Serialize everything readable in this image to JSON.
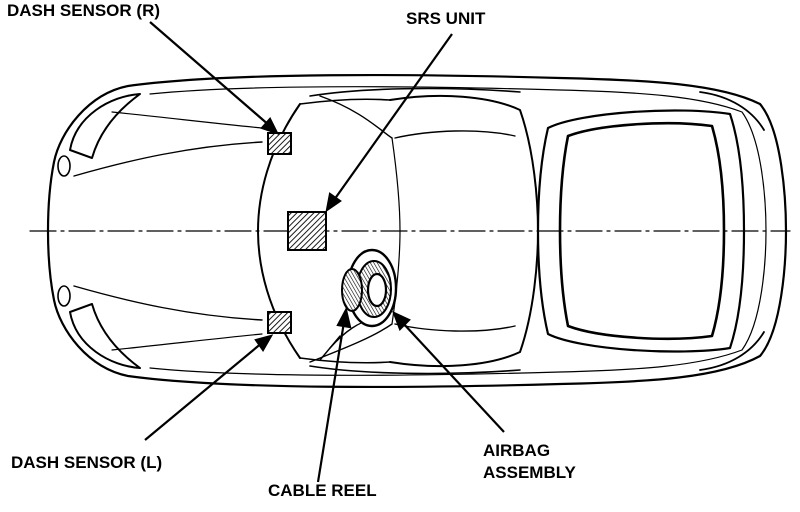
{
  "labels": {
    "dash_sensor_r": "DASH SENSOR (R)",
    "srs_unit": "SRS UNIT",
    "dash_sensor_l": "DASH SENSOR (L)",
    "airbag_line1": "AIRBAG",
    "airbag_line2": "ASSEMBLY",
    "cable_reel": "CABLE REEL"
  },
  "colors": {
    "ink": "#000000",
    "paper": "#ffffff"
  },
  "components": [
    {
      "name": "dash-sensor-right",
      "shape": "hatched-square"
    },
    {
      "name": "srs-unit",
      "shape": "hatched-square"
    },
    {
      "name": "dash-sensor-left",
      "shape": "hatched-square"
    },
    {
      "name": "airbag-assembly",
      "shape": "steering-wheel"
    },
    {
      "name": "cable-reel",
      "shape": "coil"
    }
  ]
}
